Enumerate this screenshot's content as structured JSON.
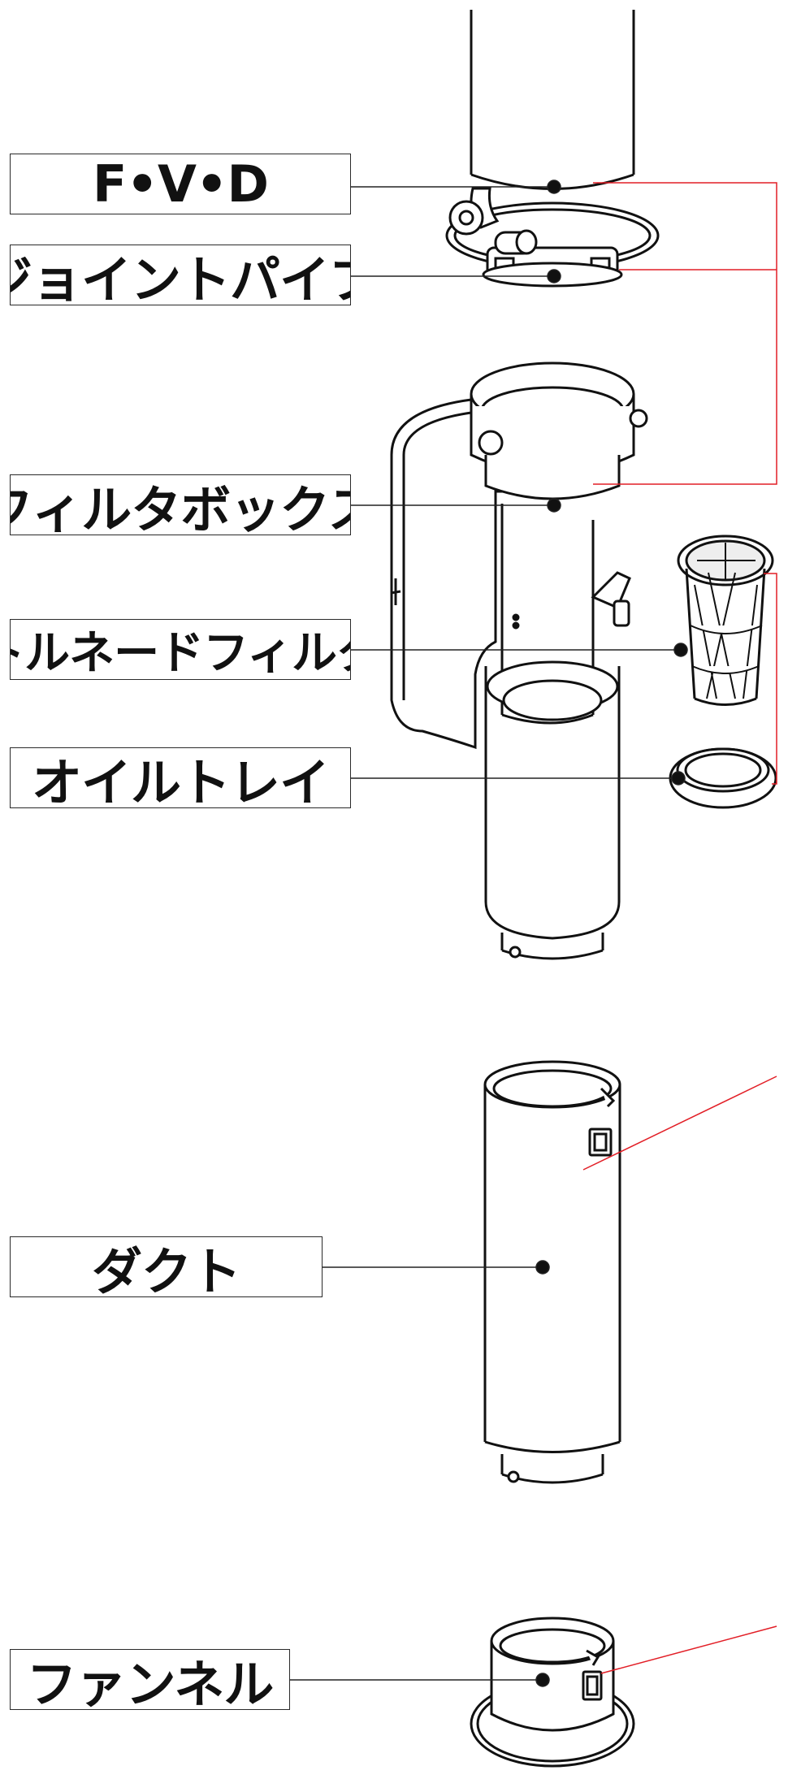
{
  "parts": {
    "fvd": "F•V•D",
    "joint_pipe": "ジョイントパイプ",
    "filter_box": "フィルタボックス",
    "tornado_filter": "トルネードフィルタ",
    "oil_tray": "オイルトレイ",
    "duct": "ダクト",
    "funnel": "ファンネル"
  },
  "colors": {
    "outline": "#111111",
    "leader": "#222222",
    "bracket": "#e21e26"
  }
}
